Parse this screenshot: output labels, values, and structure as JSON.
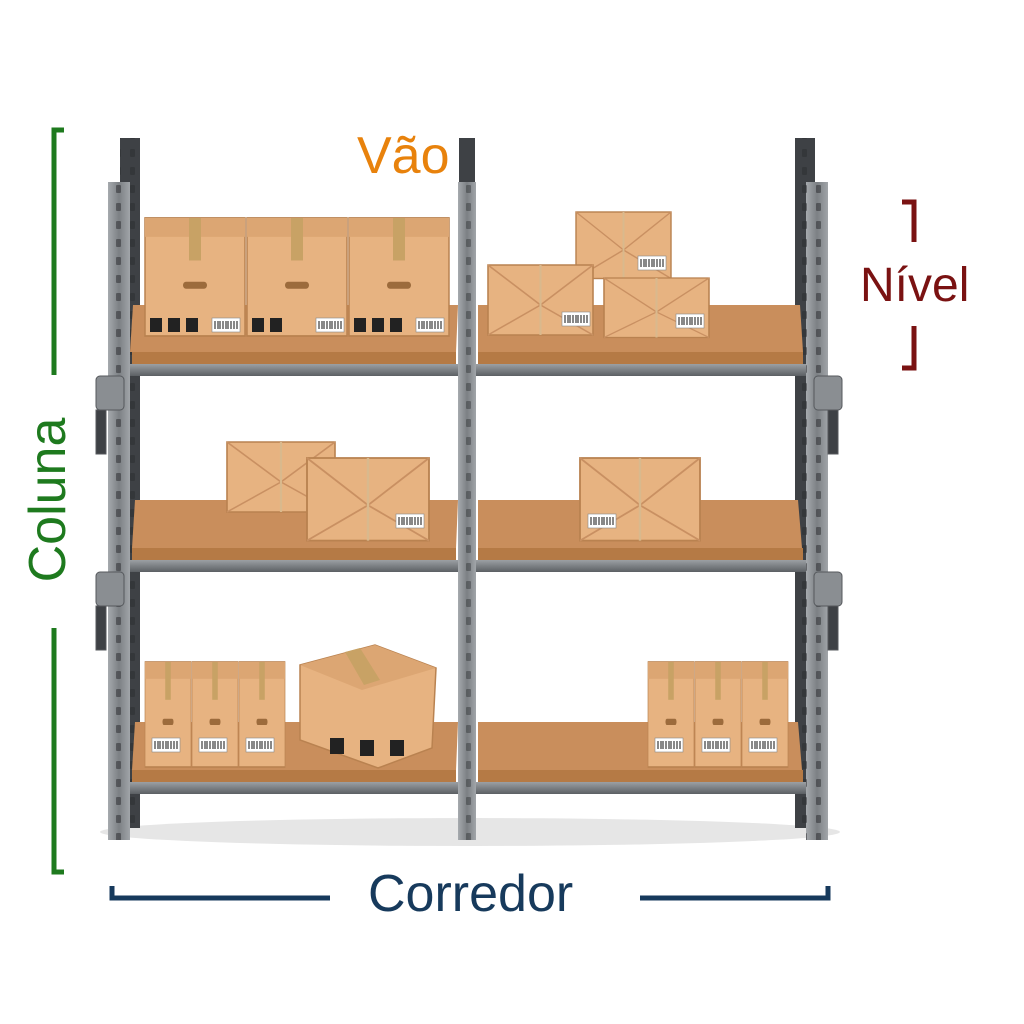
{
  "labels": {
    "vao": "Vão",
    "nivel": "Nível",
    "coluna": "Coluna",
    "corredor": "Corredor"
  },
  "colors": {
    "vao": "#e8820c",
    "nivel": "#7a1212",
    "coluna": "#1e7a1e",
    "corredor": "#173a5c",
    "upright": "#8f9397",
    "upright_dark": "#3f4246",
    "shelf": "#c98e5c",
    "shelf_edge": "#a8713f",
    "box": "#e7b381",
    "box_dark": "#c99062",
    "tape": "#c8a265"
  },
  "icons": {
    "box_symbols": "handling-symbols-icon",
    "barcode": "barcode-label-icon"
  }
}
